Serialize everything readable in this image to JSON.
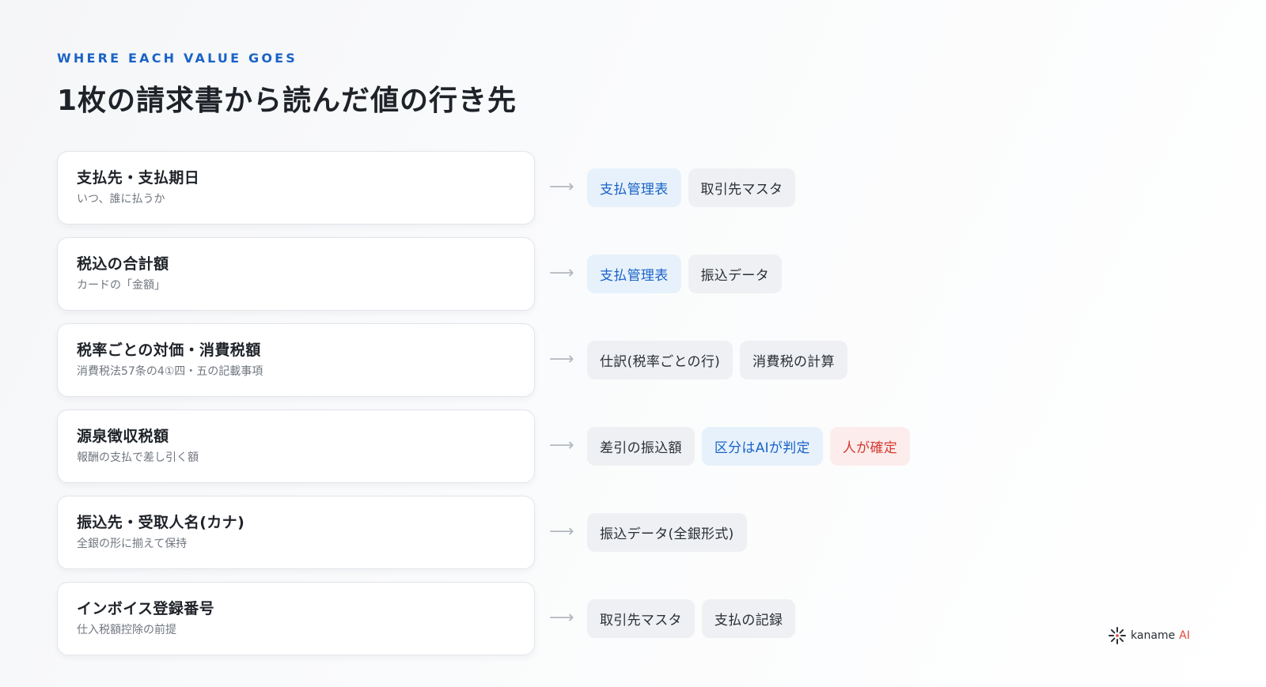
{
  "header": {
    "eyebrow": "WHERE EACH VALUE GOES",
    "title": "1枚の請求書から読んだ値の行き先"
  },
  "rows": [
    {
      "title": "支払先・支払期日",
      "subtitle": "いつ、誰に払うか",
      "chips": [
        {
          "label": "支払管理表",
          "style": "blue"
        },
        {
          "label": "取引先マスタ",
          "style": "neutral"
        }
      ]
    },
    {
      "title": "税込の合計額",
      "subtitle": "カードの「金額」",
      "chips": [
        {
          "label": "支払管理表",
          "style": "blue"
        },
        {
          "label": "振込データ",
          "style": "neutral"
        }
      ]
    },
    {
      "title": "税率ごとの対価・消費税額",
      "subtitle": "消費税法57条の4①四・五の記載事項",
      "chips": [
        {
          "label": "仕訳(税率ごとの行)",
          "style": "neutral"
        },
        {
          "label": "消費税の計算",
          "style": "neutral"
        }
      ]
    },
    {
      "title": "源泉徴収税額",
      "subtitle": "報酬の支払で差し引く額",
      "chips": [
        {
          "label": "差引の振込額",
          "style": "neutral"
        },
        {
          "label": "区分はAIが判定",
          "style": "blue"
        },
        {
          "label": "人が確定",
          "style": "red"
        }
      ]
    },
    {
      "title": "振込先・受取人名(カナ)",
      "subtitle": "全銀の形に揃えて保持",
      "chips": [
        {
          "label": "振込データ(全銀形式)",
          "style": "neutral"
        }
      ]
    },
    {
      "title": "インボイス登録番号",
      "subtitle": "仕入税額控除の前提",
      "chips": [
        {
          "label": "取引先マスタ",
          "style": "neutral"
        },
        {
          "label": "支払の記録",
          "style": "neutral"
        }
      ]
    }
  ],
  "arrow_glyph": "⟶",
  "logo": {
    "icon": "burst-icon",
    "name": "kaname",
    "suffix": "AI",
    "colors": {
      "accent": "#e0473d",
      "mark": "#2a2f36"
    }
  },
  "colors": {
    "eyebrow": "#1a63c6",
    "chip_blue_bg": "#e7f1fc",
    "chip_blue_text": "#1a63c6",
    "chip_red_bg": "#fdecec",
    "chip_red_text": "#d33b32",
    "chip_neutral_bg": "#eef0f3"
  }
}
